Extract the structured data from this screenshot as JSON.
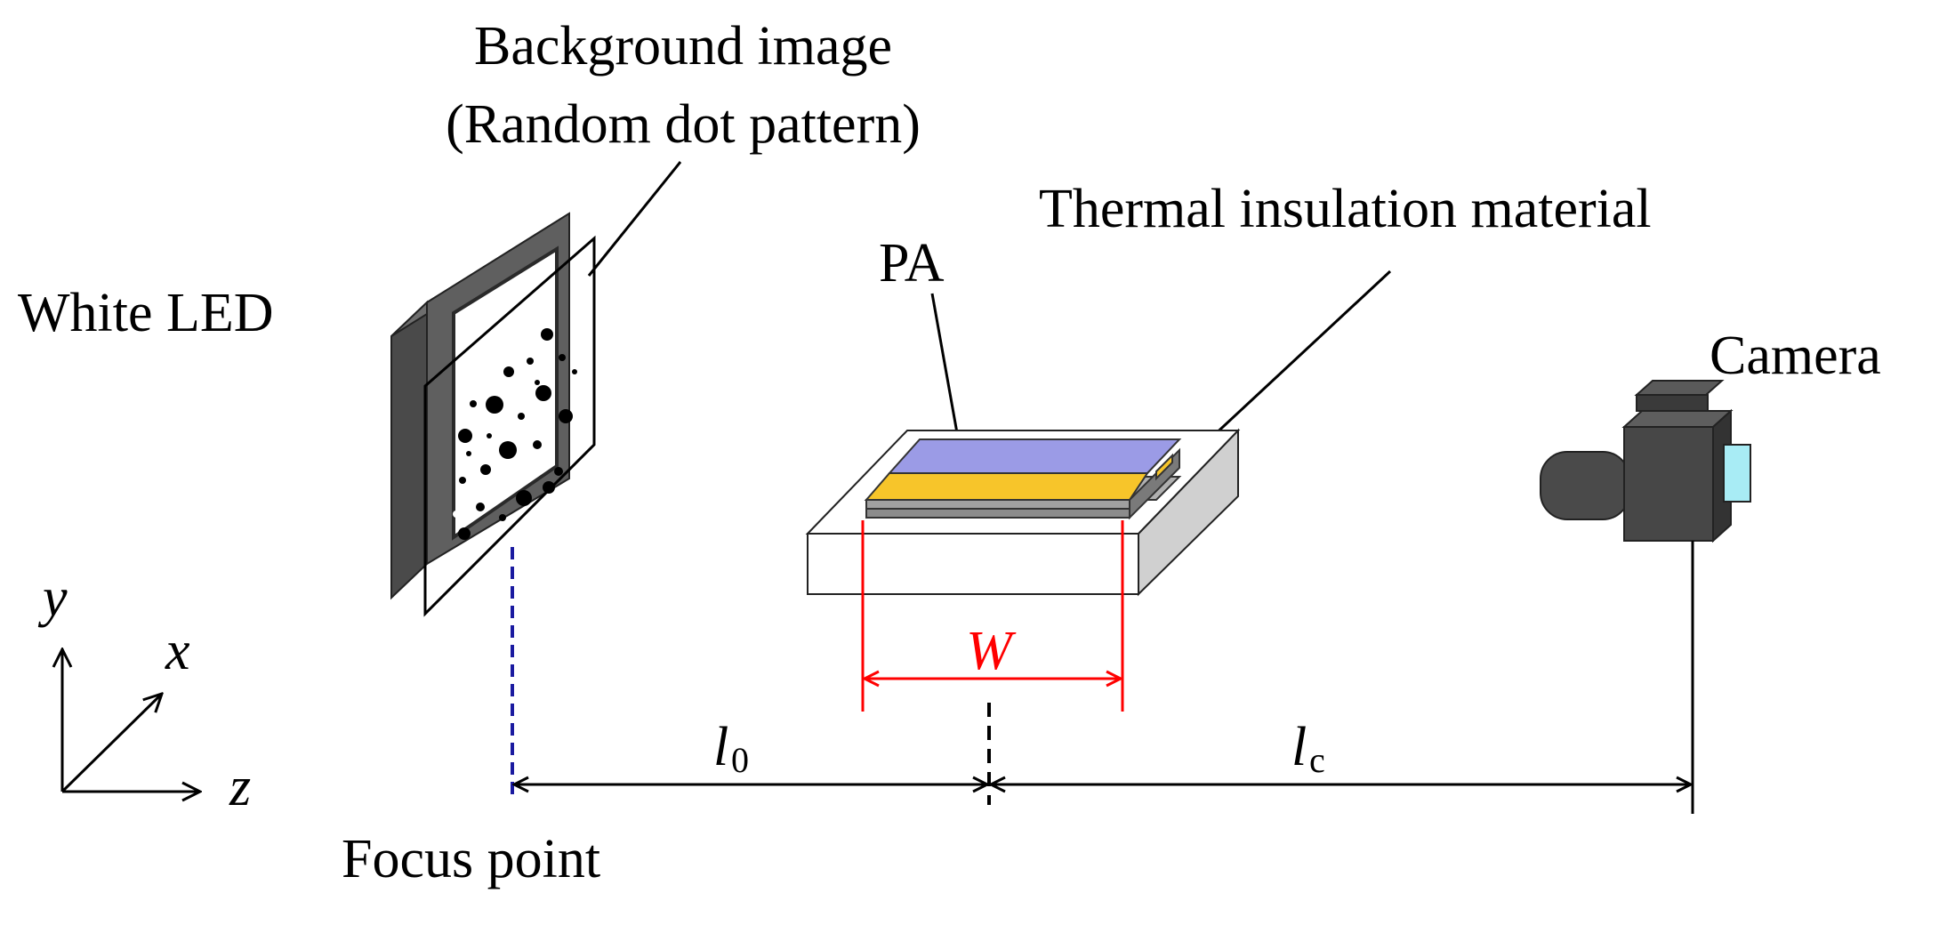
{
  "labels": {
    "background_line1": "Background image",
    "background_line2": "(Random dot pattern)",
    "thermal_insulation": "Thermal insulation material",
    "white_led": "White LED",
    "pa": "PA",
    "camera": "Camera",
    "focus_point": "Focus point",
    "width_symbol": "W",
    "l0_symbol": "l",
    "l0_subscript": "0",
    "lc_symbol": "l",
    "lc_subscript": "c",
    "axis_y": "y",
    "axis_x": "x",
    "axis_z": "z"
  },
  "colors": {
    "led_frame": "#5a5a5a",
    "led_dark": "#3d3d3d",
    "pa_film": "#9b9be6",
    "pa_strip": "#f7c52a",
    "insulation_side": "#d0d0d0",
    "camera_body": "#474747",
    "camera_screen": "#a8ecf5",
    "dimension_red": "#ff0000",
    "focus_dash": "#1a1aa0"
  }
}
